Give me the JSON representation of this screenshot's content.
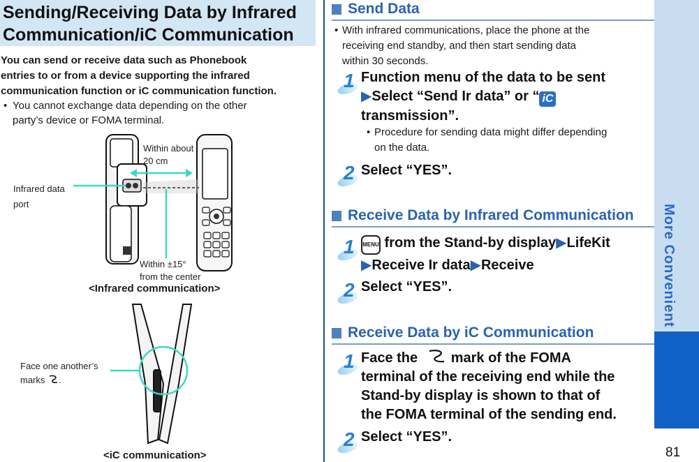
{
  "title": {
    "line1": "Sending/Receiving Data by Infrared",
    "line2": "Communication/iC Communication"
  },
  "intro": {
    "line1": "You can send or receive data such as Phonebook",
    "line2": "entries to or from a device supporting the infrared",
    "line3": "communication function or iC communication function."
  },
  "left_bullet": {
    "dot": "•",
    "line1": "You cannot exchange data depending on the other",
    "line2": "party’s device or FOMA terminal."
  },
  "figure_ir": {
    "label_distance_1": "Within about",
    "label_distance_2": "20 cm",
    "label_port_1": "Infrared data",
    "label_port_2": "port",
    "label_angle_1": "Within ±15°",
    "label_angle_2": "from the center",
    "caption": "<Infrared communication>"
  },
  "figure_ic": {
    "label_1": "Face one another’s",
    "label_2": "marks",
    "caption": "<iC communication>"
  },
  "send": {
    "heading": "Send Data",
    "bullet_line1": "With infrared communications, place the phone at the",
    "bullet_line2": "receiving end standby, and then start sending data",
    "bullet_line3": "within 30 seconds.",
    "step1_line1": "Function menu of the data to be sent",
    "step1_line2a": "Select “Send Ir data” or “",
    "step1_icon": "iC",
    "step1_line3": "transmission”.",
    "step1_note_line1": "Procedure for sending data might differ depending",
    "step1_note_line2": "on the data.",
    "step2": "Select “YES”."
  },
  "receive_ir": {
    "heading": "Receive Data by Infrared Communication",
    "menu_key": "MENU",
    "step1_line1": " from the Stand-by display",
    "step1_line1b": "LifeKit",
    "step1_line2a": "Receive Ir data",
    "step1_line2b": "Receive",
    "step2": "Select “YES”."
  },
  "receive_ic": {
    "heading": "Receive Data by iC Communication",
    "step1_line1a": "Face the",
    "step1_line1b": "mark of the FOMA",
    "step1_line2": "terminal of the receiving end while the",
    "step1_line3": "Stand-by display is shown to that of",
    "step1_line4": "the FOMA terminal of the sending end.",
    "step2": "Select “YES”."
  },
  "steps": {
    "one": "1",
    "two": "2"
  },
  "arrow": "▶",
  "bullet_dot": "•",
  "side_tab": "More Convenient",
  "page_number": "81",
  "colors": {
    "accent": "#2a63ad",
    "tab_light": "#c9ddf0",
    "tab_dark": "#1160c8",
    "title_bg": "#d3e6f3",
    "pointer": "#3fd7c2"
  }
}
